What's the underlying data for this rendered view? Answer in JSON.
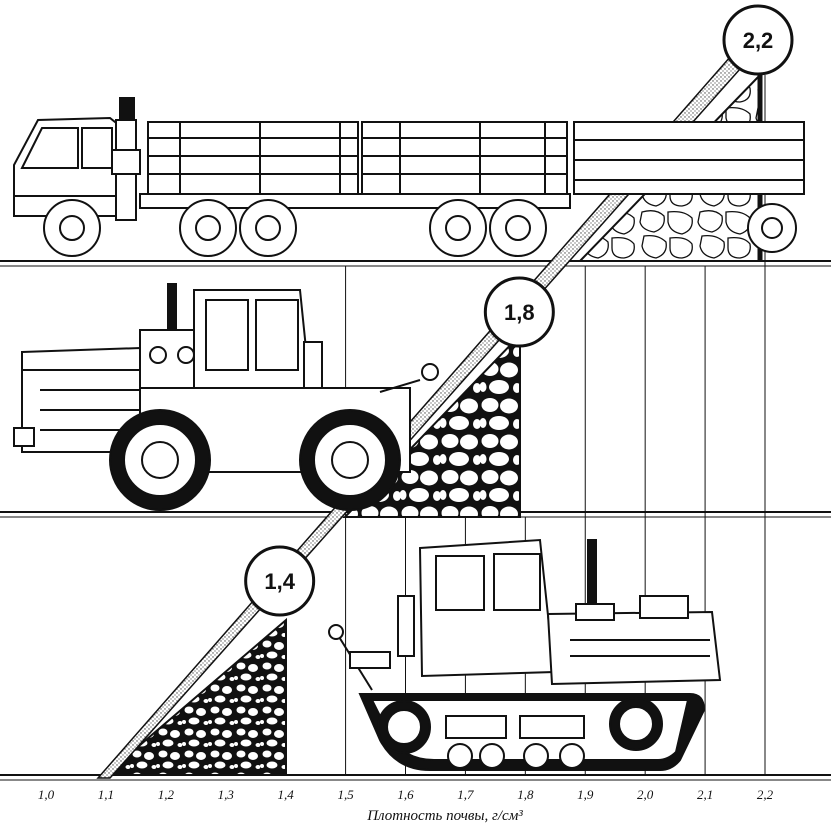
{
  "figure": {
    "axis_title": "Плотность почвы, г/см³",
    "ticks": [
      "1,0",
      "1,1",
      "1,2",
      "1,3",
      "1,4",
      "1,5",
      "1,6",
      "1,7",
      "1,8",
      "1,9",
      "2,0",
      "2,1",
      "2,2"
    ],
    "tick_values": [
      1.0,
      1.1,
      1.2,
      1.3,
      1.4,
      1.5,
      1.6,
      1.7,
      1.8,
      1.9,
      2.0,
      2.1,
      2.2
    ],
    "badges": [
      {
        "label": "1,4",
        "value": 1.4,
        "vehicle": "crawler-tractor"
      },
      {
        "label": "1,8",
        "value": 1.8,
        "vehicle": "wheeled-tractor"
      },
      {
        "label": "2,2",
        "value": 2.2,
        "vehicle": "truck-with-trailer"
      }
    ],
    "vehicles": [
      "truck-with-trailer",
      "wheeled-tractor",
      "crawler-tractor"
    ]
  },
  "colors": {
    "ink": "#111111",
    "paper": "#ffffff",
    "stipple": "#555555"
  }
}
